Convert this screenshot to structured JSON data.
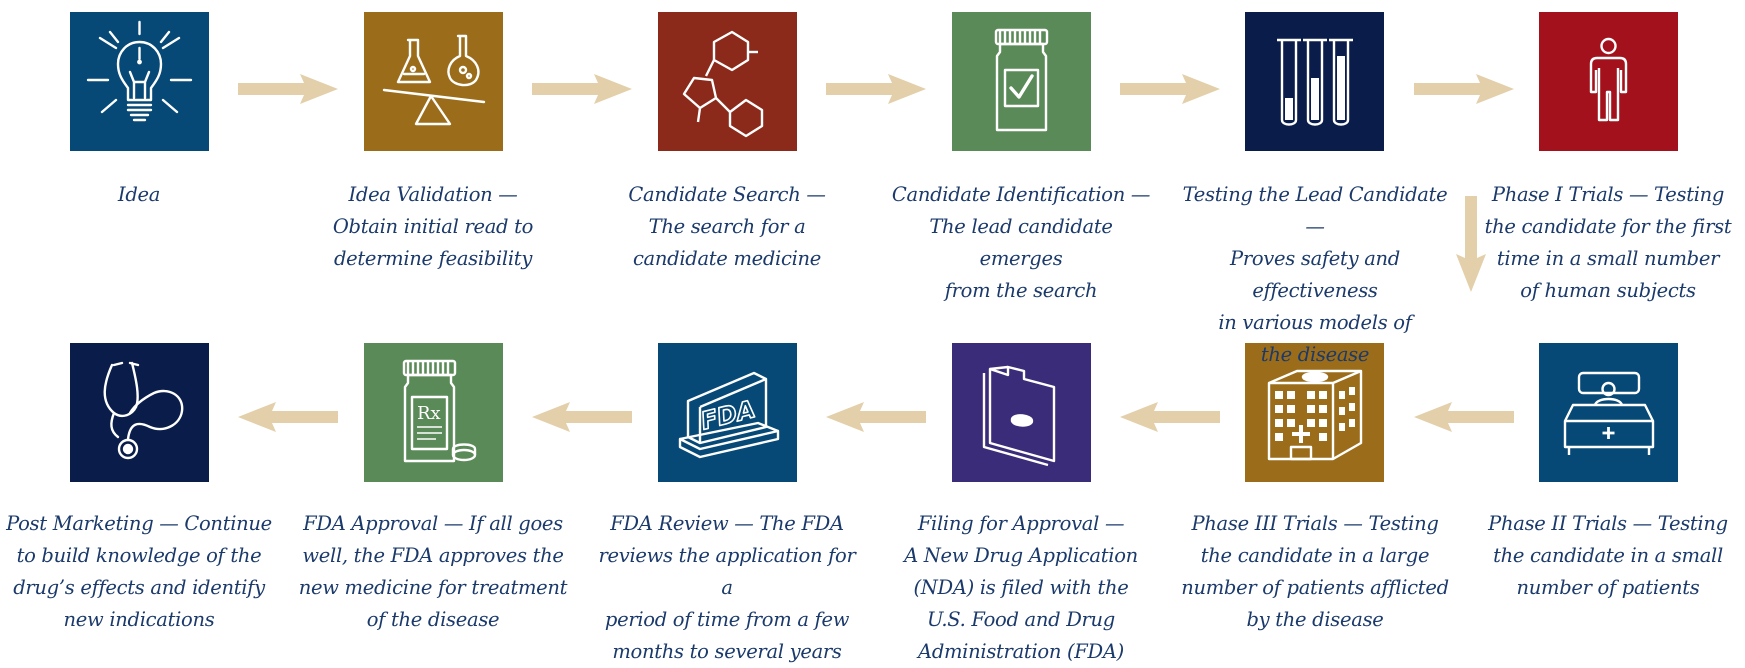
{
  "steps": [
    {
      "label": "Idea",
      "color": "#064876",
      "icon": "lightbulb-icon"
    },
    {
      "label": "Idea Validation —\nObtain initial read to\ndetermine feasibility",
      "color": "#9b6d1a",
      "icon": "flask-scale-icon"
    },
    {
      "label": "Candidate Search —\nThe search for a\ncandidate medicine",
      "color": "#8b2a1b",
      "icon": "molecule-icon"
    },
    {
      "label": "Candidate Identification —\nThe lead candidate emerges\nfrom the search",
      "color": "#5a8a57",
      "icon": "pill-bottle-check-icon"
    },
    {
      "label": "Testing the Lead Candidate —\nProves safety and effectiveness\nin various models of\nthe disease",
      "color": "#0a1d4a",
      "icon": "test-tubes-icon"
    },
    {
      "label": "Phase I Trials — Testing\nthe candidate for the first\ntime in a small number\nof human subjects",
      "color": "#a3121c",
      "icon": "person-icon"
    },
    {
      "label": "Phase II Trials — Testing\nthe candidate in a small\nnumber of patients",
      "color": "#064876",
      "icon": "hospital-bed-icon"
    },
    {
      "label": "Phase III Trials — Testing\nthe candidate in a large\nnumber of patients afflicted\nby the disease",
      "color": "#9b6d1a",
      "icon": "hospital-building-icon"
    },
    {
      "label": "Filing for Approval —\nA New Drug Application\n(NDA) is filed with the\nU.S. Food and Drug\nAdministration (FDA)",
      "color": "#3a2c78",
      "icon": "folder-icon"
    },
    {
      "label": "FDA Review — The FDA\nreviews the application for a\nperiod of time from a few\nmonths to several years",
      "color": "#064876",
      "icon": "fda-sign-icon"
    },
    {
      "label": "FDA Approval — If all goes\nwell, the FDA approves the\nnew medicine for treatment\nof the disease",
      "color": "#5a8a57",
      "icon": "prescription-bottle-icon"
    },
    {
      "label": "Post Marketing — Continue\nto build knowledge of the\ndrug’s effects and identify\nnew indications",
      "color": "#0a1d4a",
      "icon": "stethoscope-icon"
    }
  ],
  "fda_sign_text": "FDA",
  "rx_text": "Rx",
  "arrow_color": "#e3cfa9",
  "text_color": "#1b3a6b"
}
